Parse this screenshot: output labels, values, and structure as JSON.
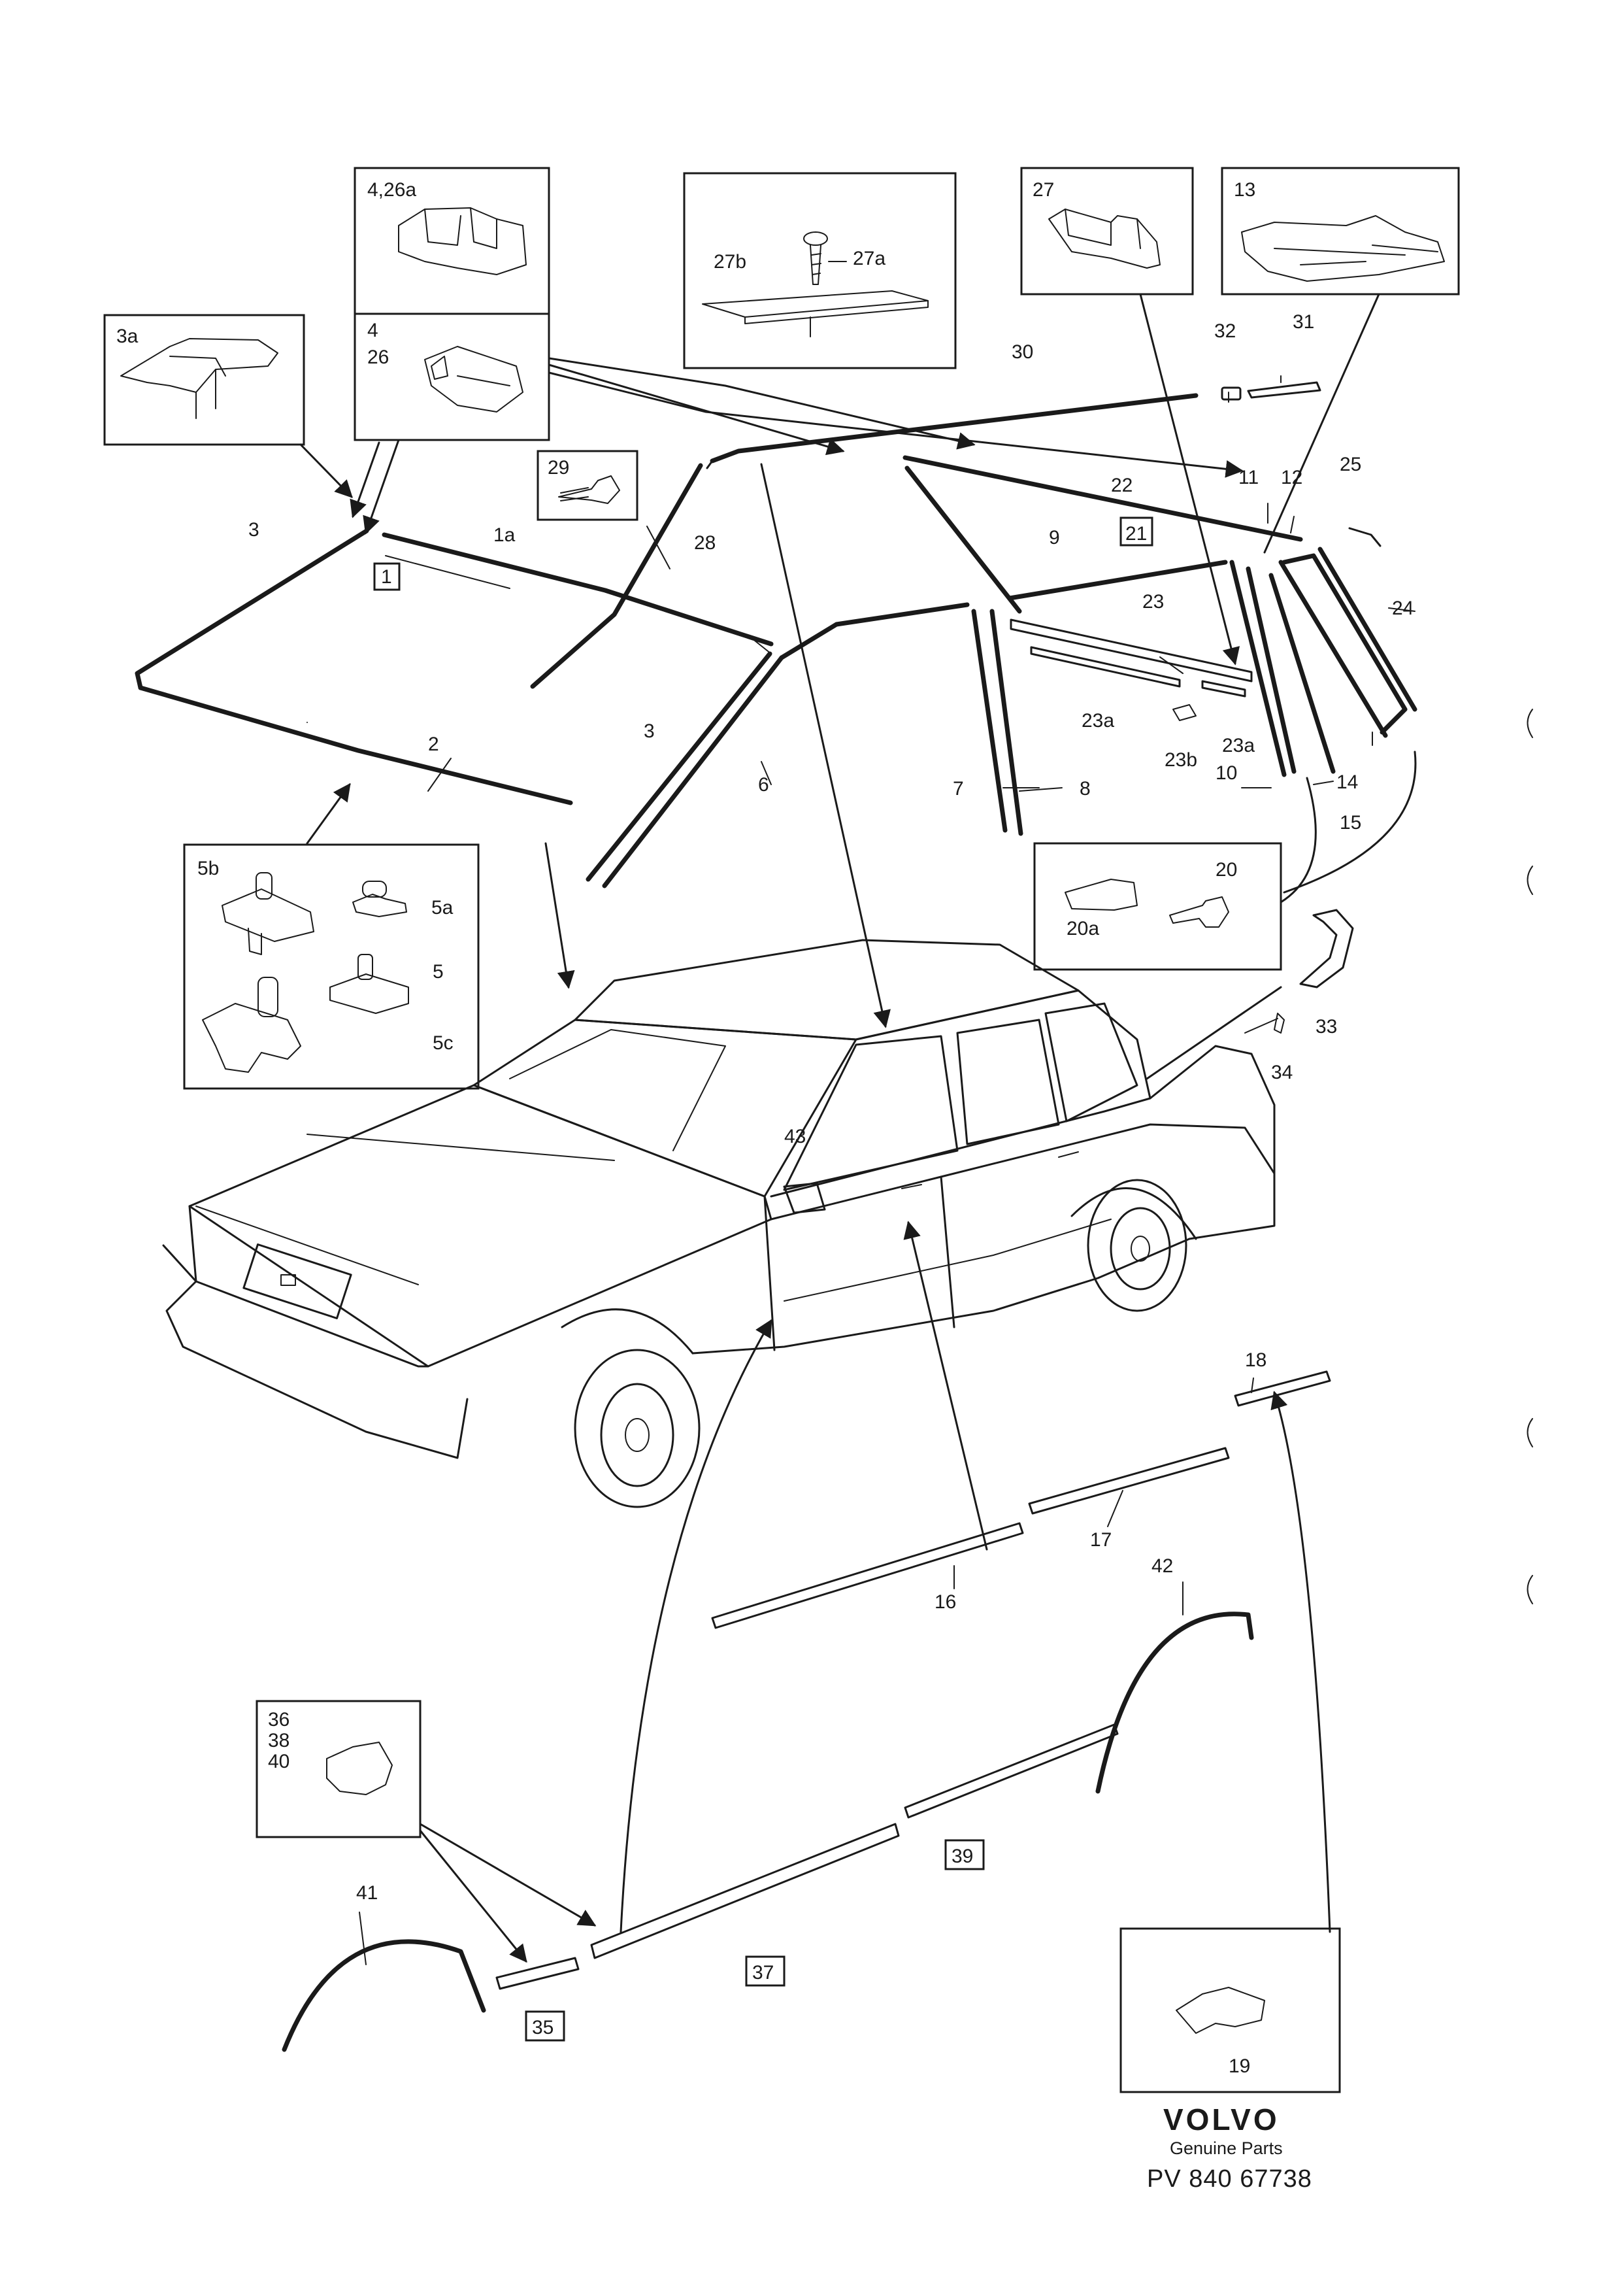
{
  "parts": {
    "p1": "1",
    "p1a": "1a",
    "p2": "2",
    "p3_left": "3",
    "p3_right": "3",
    "p6": "6",
    "p7": "7",
    "p8": "8",
    "p9": "9",
    "p10": "10",
    "p11": "11",
    "p12": "12",
    "p14": "14",
    "p15": "15",
    "p16": "16",
    "p17": "17",
    "p18": "18",
    "p21": "21",
    "p22": "22",
    "p23": "23",
    "p23a_left": "23a",
    "p23a_right": "23a",
    "p23b": "23b",
    "p24": "24",
    "p25": "25",
    "p28": "28",
    "p30": "30",
    "p31": "31",
    "p32": "32",
    "p33": "33",
    "p34": "34",
    "p35": "35",
    "p37": "37",
    "p39": "39",
    "p41": "41",
    "p42": "42",
    "p43": "43"
  },
  "insets": {
    "box_3a": "3a",
    "box_4_26a": "4,26a",
    "box_4_26_a": "4",
    "box_4_26_b": "26",
    "box_27b": "27b",
    "box_27a": "27a",
    "box_27": "27",
    "box_13": "13",
    "box_29": "29",
    "box_5b": "5b",
    "box_5a": "5a",
    "box_5": "5",
    "box_5c": "5c",
    "box_20a": "20a",
    "box_20": "20",
    "box_36": "36",
    "box_38": "38",
    "box_40": "40",
    "box_19": "19"
  },
  "brand": {
    "word": "VOLVO",
    "tag": "Genuine Parts",
    "code": "PV 840 67738"
  }
}
